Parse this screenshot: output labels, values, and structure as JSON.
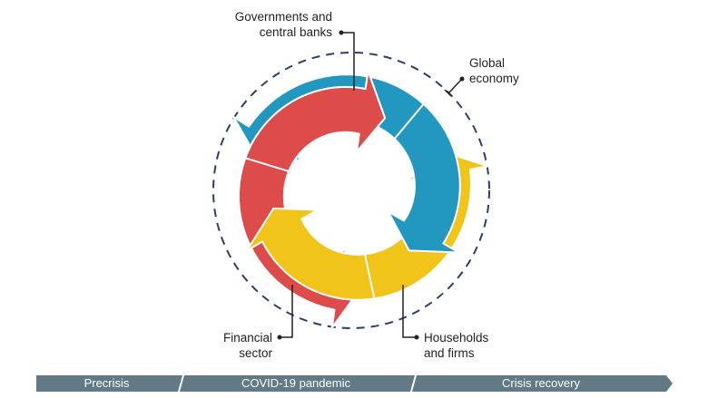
{
  "labels": {
    "governments": [
      "Governments and",
      "central banks"
    ],
    "global": [
      "Global",
      "economy"
    ],
    "financial": [
      "Financial",
      "sector"
    ],
    "households": [
      "Households",
      "and firms"
    ]
  },
  "timeline": [
    "Precrisis",
    "COVID-19 pandemic",
    "Crisis recovery"
  ],
  "colors": {
    "blue": "#2298c1",
    "red": "#dd4b4b",
    "yellow": "#f0c419",
    "dashed": "#2c3e6b",
    "timeline": "#627a85",
    "leader": "#222222"
  }
}
